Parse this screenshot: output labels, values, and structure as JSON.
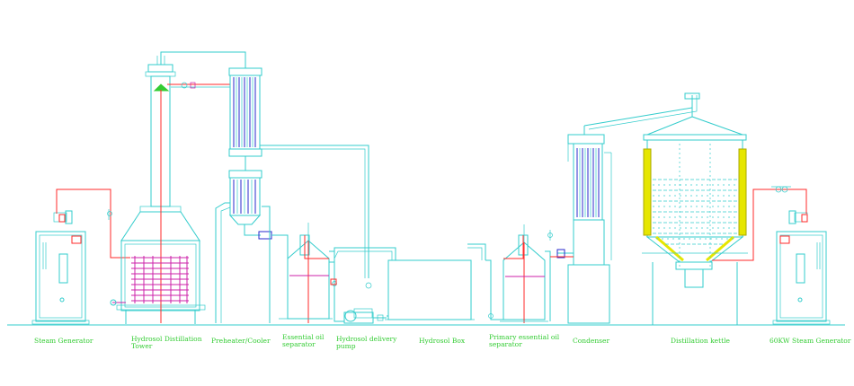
{
  "labels": {
    "steam_generator": "Steam Generator",
    "hydrosol_tower_1": "Hydrosol Distillation",
    "hydrosol_tower_2": "Tower",
    "preheater": "Preheater/Cooler",
    "eo_sep_1_1": "Essential oil",
    "eo_sep_1_2": "separator",
    "pump_1": "Hydrosol delivery",
    "pump_2": "pump",
    "hydrosol_box": "Hydrosol Box",
    "primary_sep_1": "Primary essential oil",
    "primary_sep_2": "separator",
    "condenser": "Condenser",
    "kettle": "Distillation kettle",
    "generator_right": "60KW Steam Generator"
  },
  "colors": {
    "equipment": "#33cccc",
    "steam_line": "#ff2a2a",
    "coil": "#cc22aa",
    "packing": "#e6e600",
    "label": "#33cc33",
    "valve": "#2a2acc"
  }
}
